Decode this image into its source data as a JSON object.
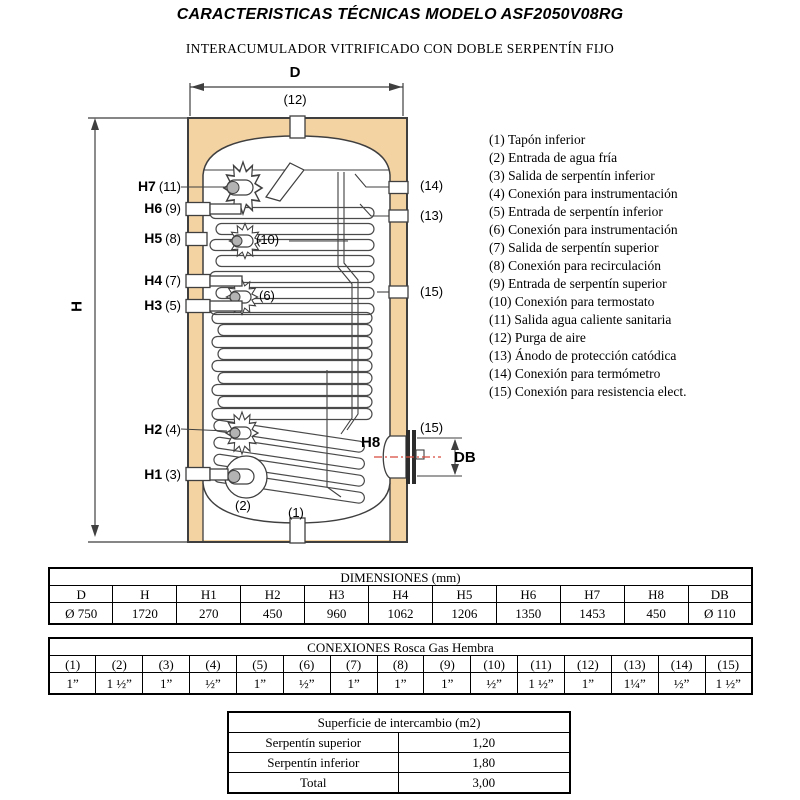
{
  "page": {
    "title": "CARACTERISTICAS TÉCNICAS MODELO ASF2050V08RG",
    "subtitle": "INTERACUMULADOR VITRIFICADO CON DOBLE SERPENTÍN FIJO"
  },
  "diagram": {
    "dim_d": "D",
    "dim_h": "H",
    "dim_h8": "H8",
    "dim_db": "DB",
    "top_port": "(12)",
    "bottom_port": "(1)",
    "port_2": "(2)",
    "port_10": "(10)",
    "port_6": "(6)",
    "left_ports": [
      {
        "h": "H7",
        "n": "(11)"
      },
      {
        "h": "H6",
        "n": "(9)"
      },
      {
        "h": "H5",
        "n": "(8)"
      },
      {
        "h": "H4",
        "n": "(7)"
      },
      {
        "h": "H3",
        "n": "(5)"
      },
      {
        "h": "H2",
        "n": "(4)"
      },
      {
        "h": "H1",
        "n": "(3)"
      }
    ],
    "right_ports": [
      "(14)",
      "(13)",
      "(15)"
    ],
    "flange_port": "(15)",
    "colors": {
      "insulation": "#f4d3a3",
      "outline": "#3f3f3f",
      "centerline": "#d84b3c"
    }
  },
  "legend": {
    "items": [
      "(1) Tapón inferior",
      "(2) Entrada de agua fría",
      "(3) Salida de serpentín inferior",
      "(4) Conexión para instrumentación",
      "(5) Entrada de serpentín inferior",
      "(6) Conexión para instrumentación",
      "(7) Salida de serpentín superior",
      "(8) Conexión para recirculación",
      "(9) Entrada de serpentín superior",
      "(10) Conexión para termostato",
      "(11) Salida agua caliente sanitaria",
      "(12) Purga de aire",
      "(13) Ánodo de protección catódica",
      "(14) Conexión para termómetro",
      "(15) Conexión para resistencia elect."
    ]
  },
  "tables": {
    "dimensions": {
      "title": "DIMENSIONES (mm)",
      "headers": [
        "D",
        "H",
        "H1",
        "H2",
        "H3",
        "H4",
        "H5",
        "H6",
        "H7",
        "H8",
        "DB"
      ],
      "values": [
        "Ø 750",
        "1720",
        "270",
        "450",
        "960",
        "1062",
        "1206",
        "1350",
        "1453",
        "450",
        "Ø 110"
      ]
    },
    "connections": {
      "title": "CONEXIONES Rosca Gas Hembra",
      "headers": [
        "(1)",
        "(2)",
        "(3)",
        "(4)",
        "(5)",
        "(6)",
        "(7)",
        "(8)",
        "(9)",
        "(10)",
        "(11)",
        "(12)",
        "(13)",
        "(14)",
        "(15)"
      ],
      "values": [
        "1”",
        "1 ½”",
        "1”",
        "½”",
        "1”",
        "½”",
        "1”",
        "1”",
        "1”",
        "½”",
        "1 ½”",
        "1”",
        "1¼”",
        "½”",
        "1 ½”"
      ]
    },
    "surface": {
      "title": "Superficie de intercambio (m2)",
      "rows": [
        {
          "label": "Serpentín superior",
          "value": "1,20"
        },
        {
          "label": "Serpentín inferior",
          "value": "1,80"
        },
        {
          "label": "Total",
          "value": "3,00"
        }
      ]
    }
  }
}
